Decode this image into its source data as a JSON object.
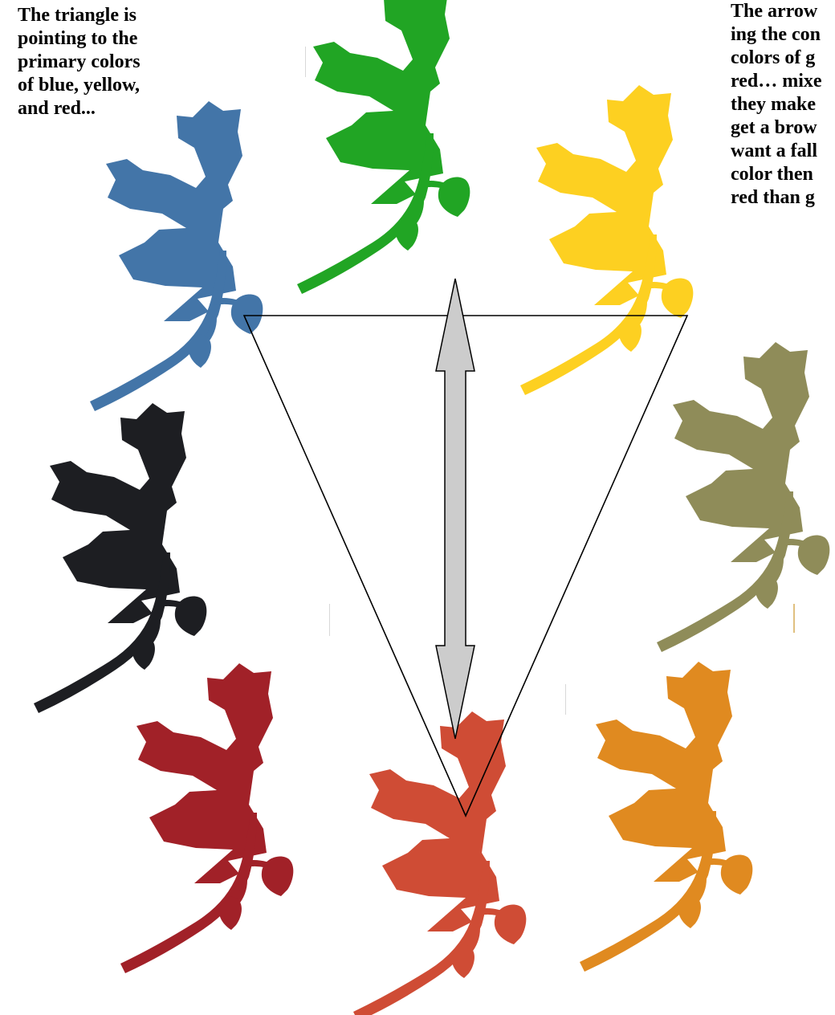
{
  "captions": {
    "left": "The triangle is\npointing to the\nprimary colors\nof blue, yellow,\nand red...",
    "right": "The arrow\ning the con\ncolors of g\nred… mixe\nthey make\nget a brow\nwant a fall\ncolor then\nred than g"
  },
  "leaves": [
    {
      "id": "blue",
      "color": "#4375a8"
    },
    {
      "id": "green",
      "color": "#21a524"
    },
    {
      "id": "yellow",
      "color": "#fdd021"
    },
    {
      "id": "olive",
      "color": "#8f8c59"
    },
    {
      "id": "black",
      "color": "#1d1e22"
    },
    {
      "id": "dark-red",
      "color": "#a12128"
    },
    {
      "id": "red-orange",
      "color": "#cf4c35"
    },
    {
      "id": "orange",
      "color": "#e08a20"
    }
  ],
  "diagram": {
    "triangle_stroke": "#000000",
    "arrow_fill": "#cccccc",
    "arrow_stroke": "#000000"
  }
}
